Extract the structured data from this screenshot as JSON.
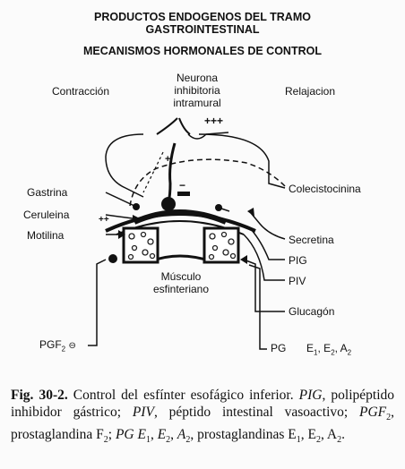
{
  "header": {
    "title_line1": "PRODUCTOS ENDOGENOS DEL TRAMO",
    "title_line2": "GASTROINTESTINAL",
    "subtitle": "MECANISMOS HORMONALES DE CONTROL"
  },
  "columns": {
    "left": "Contracción",
    "right": "Relajacion"
  },
  "neuron": {
    "line1": "Neurona",
    "line2": "inhibitoria",
    "line3": "intramural",
    "plus": "+++"
  },
  "left_labels": {
    "gastrina": "Gastrina",
    "ceruleina": "Ceruleina",
    "motilina": "Motilina",
    "pgf_label": "PGF",
    "pgf_sub": "2",
    "pgf_sign": "⊖"
  },
  "right_labels": {
    "colecistocinina": "Colecistocinina",
    "secretina": "Secretina",
    "pig": "PIG",
    "piv": "PIV",
    "glucagon": "Glucagón",
    "pg": "PG",
    "e1": "E",
    "e1_sub": "1",
    "e2": "E",
    "e2_sub": "2",
    "a2": "A",
    "a2_sub": "2"
  },
  "muscle": {
    "line1": "Músculo",
    "line2": "esfinteriano"
  },
  "signs": {
    "plus_small": "++",
    "plus_single": "+",
    "minus": "−"
  },
  "caption": {
    "fig": "Fig. 30-2.",
    "text_a": " Control del esfínter esofágico inferior. ",
    "pig_abbr": "PIG",
    "text_b": ", polipéptido inhibidor gástrico; ",
    "piv_abbr": "PIV",
    "text_c": ", péptido intestinal vasoactivo; ",
    "pgf_abbr": "PGF",
    "pgf_sub": "2",
    "text_d": ", prostaglandina F",
    "f_sub": "2",
    "text_e": "; ",
    "pge_abbr": "PG E",
    "e1_sub": "1",
    "comma1": ", ",
    "e2_abbr": "E",
    "e2_sub": "2",
    "comma2": ", ",
    "a2_abbr": "A",
    "a2_sub": "2",
    "text_f": ", prostaglandinas E",
    "f_e1_sub": "1",
    "comma3": ", E",
    "f_e2_sub": "2",
    "comma4": ", A",
    "f_a2_sub": "2",
    "period": "."
  }
}
